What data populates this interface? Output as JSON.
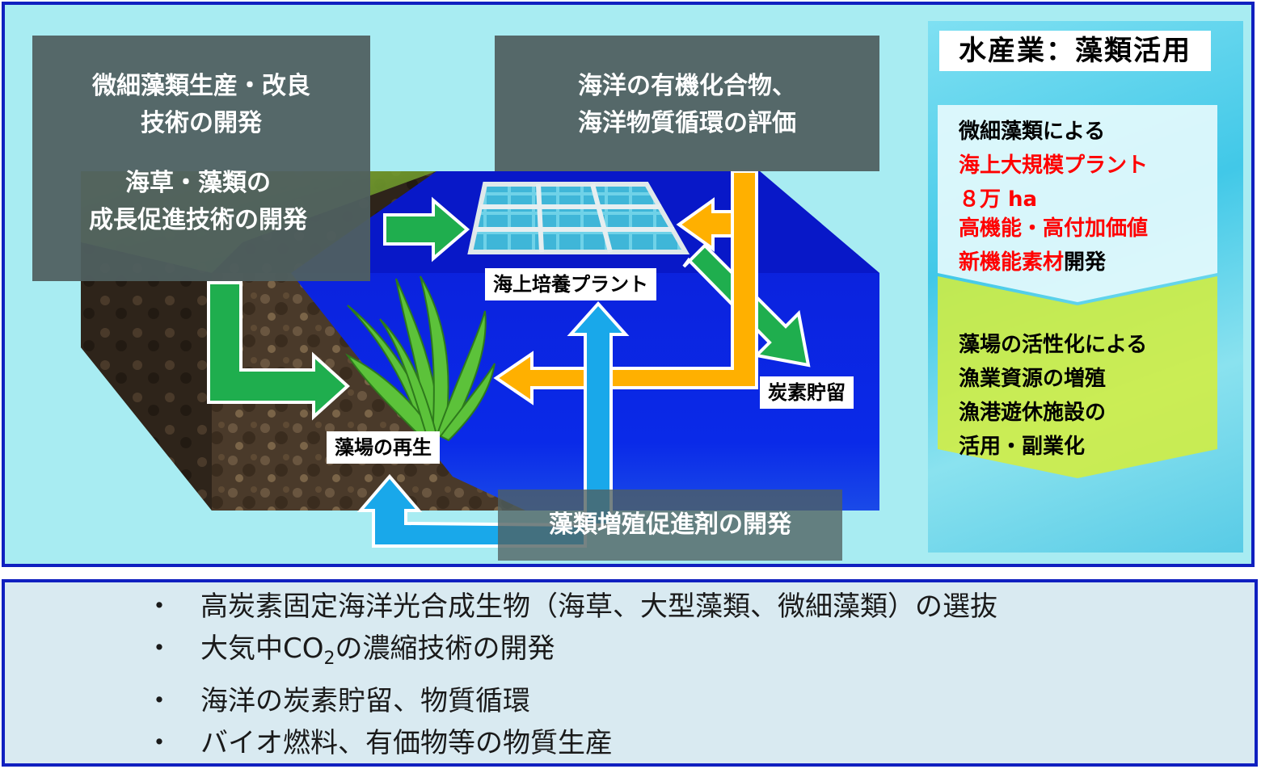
{
  "boxes": {
    "microalgae_tech": [
      "微細藻類生産・改良",
      "技術の開発"
    ],
    "ocean_eval": [
      "海洋の有機化合物、",
      "海洋物質循環の評価"
    ],
    "seaweed_growth": [
      "海草・藻類の",
      "成長促進技術の開発"
    ],
    "algae_promoter": "藻類増殖促進剤の開発"
  },
  "labels": {
    "plant": "海上培養プラント",
    "seabed": "藻場の再生",
    "carbon": "炭素貯留"
  },
  "panel": {
    "title": "水産業：藻類活用",
    "block1_line1": "微細藻類による",
    "block1_red1": "海上大規模プラント",
    "block1_red2": "８万 ha",
    "block2_red1": "高機能・高付加価値",
    "block2_red2": "新機能素材",
    "block2_black2": "開発",
    "block3": [
      "藻場の活性化による",
      "漁業資源の増殖"
    ],
    "block4": [
      "漁港遊休施設の",
      "活用・副業化"
    ]
  },
  "bullets": {
    "item1": "高炭素固定海洋光合成生物（海草、大型藻類、微細藻類）の選抜",
    "item2_pre": "大気中CO",
    "item2_sub": "2",
    "item2_post": "の濃縮技術の開発",
    "item3": "海洋の炭素貯留、物質循環",
    "item4": "バイオ燃料、有価物等の物質生産",
    "dot": "・"
  },
  "colors": {
    "frame": "#1020c0",
    "sea": "#0a20e0",
    "green_arrow": "#1fae4e",
    "orange_arrow": "#ffb000",
    "blue_arrow": "#19a8ea",
    "red_text": "#ff0000"
  }
}
